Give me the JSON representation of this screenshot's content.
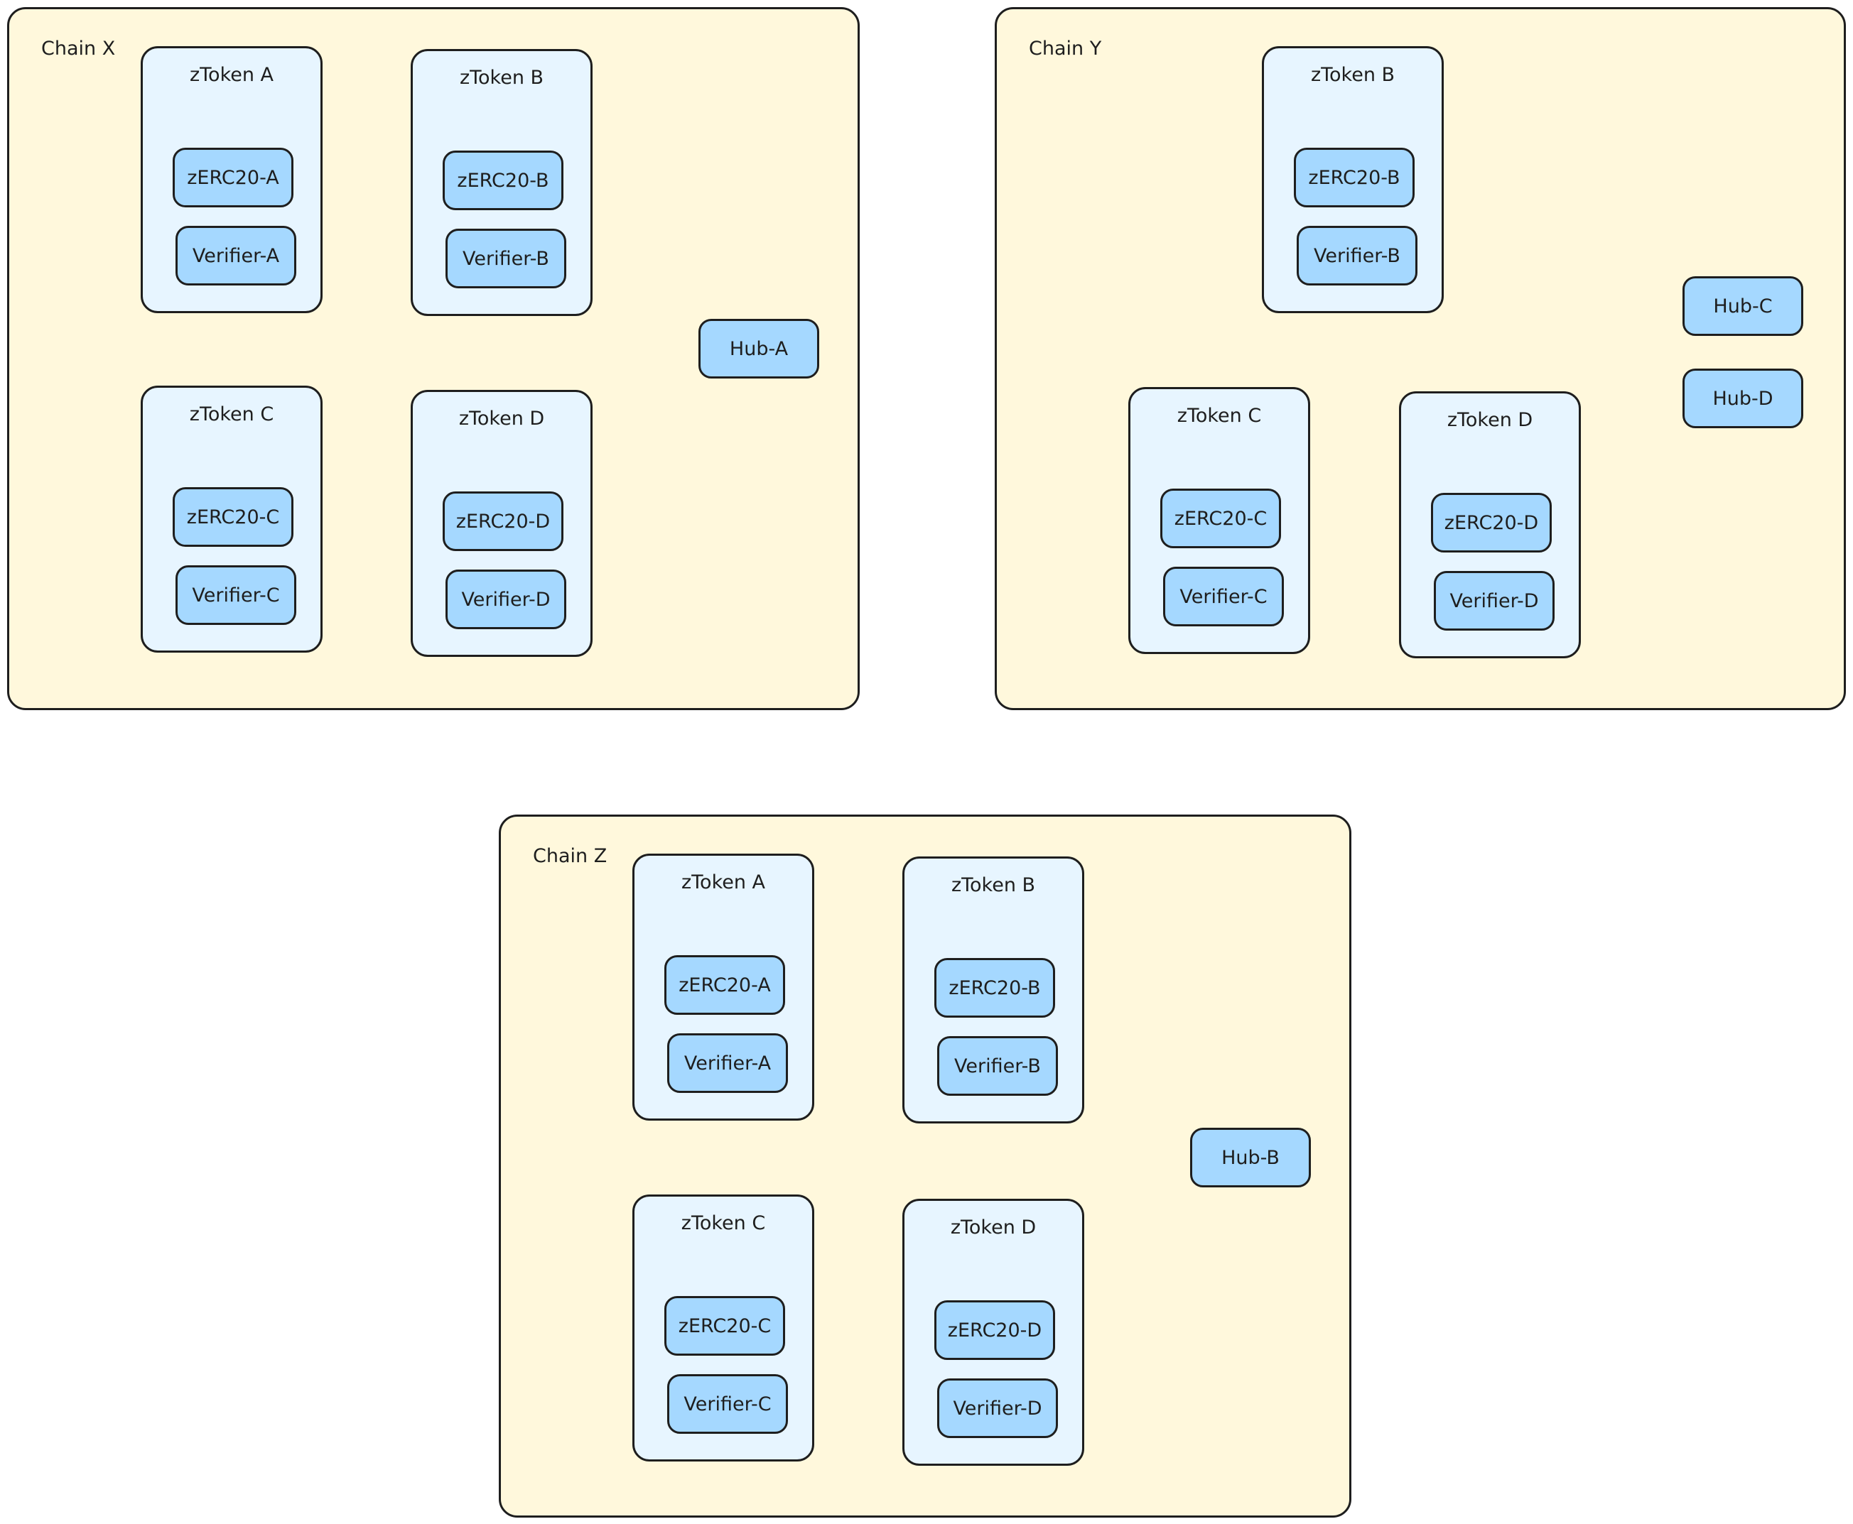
{
  "chains": [
    {
      "label": "Chain X",
      "tokens": [
        {
          "label": "zToken A",
          "erc": "zERC20-A",
          "verifier": "Verifier-A"
        },
        {
          "label": "zToken B",
          "erc": "zERC20-B",
          "verifier": "Verifier-B"
        },
        {
          "label": "zToken C",
          "erc": "zERC20-C",
          "verifier": "Verifier-C"
        },
        {
          "label": "zToken D",
          "erc": "zERC20-D",
          "verifier": "Verifier-D"
        }
      ],
      "hubs": [
        "Hub-A"
      ]
    },
    {
      "label": "Chain Y",
      "tokens": [
        {
          "label": "zToken B",
          "erc": "zERC20-B",
          "verifier": "Verifier-B"
        },
        {
          "label": "zToken C",
          "erc": "zERC20-C",
          "verifier": "Verifier-C"
        },
        {
          "label": "zToken D",
          "erc": "zERC20-D",
          "verifier": "Verifier-D"
        }
      ],
      "hubs": [
        "Hub-C",
        "Hub-D"
      ]
    },
    {
      "label": "Chain Z",
      "tokens": [
        {
          "label": "zToken A",
          "erc": "zERC20-A",
          "verifier": "Verifier-A"
        },
        {
          "label": "zToken B",
          "erc": "zERC20-B",
          "verifier": "Verifier-B"
        },
        {
          "label": "zToken C",
          "erc": "zERC20-C",
          "verifier": "Verifier-C"
        },
        {
          "label": "zToken D",
          "erc": "zERC20-D",
          "verifier": "Verifier-D"
        }
      ],
      "hubs": [
        "Hub-B"
      ]
    }
  ]
}
